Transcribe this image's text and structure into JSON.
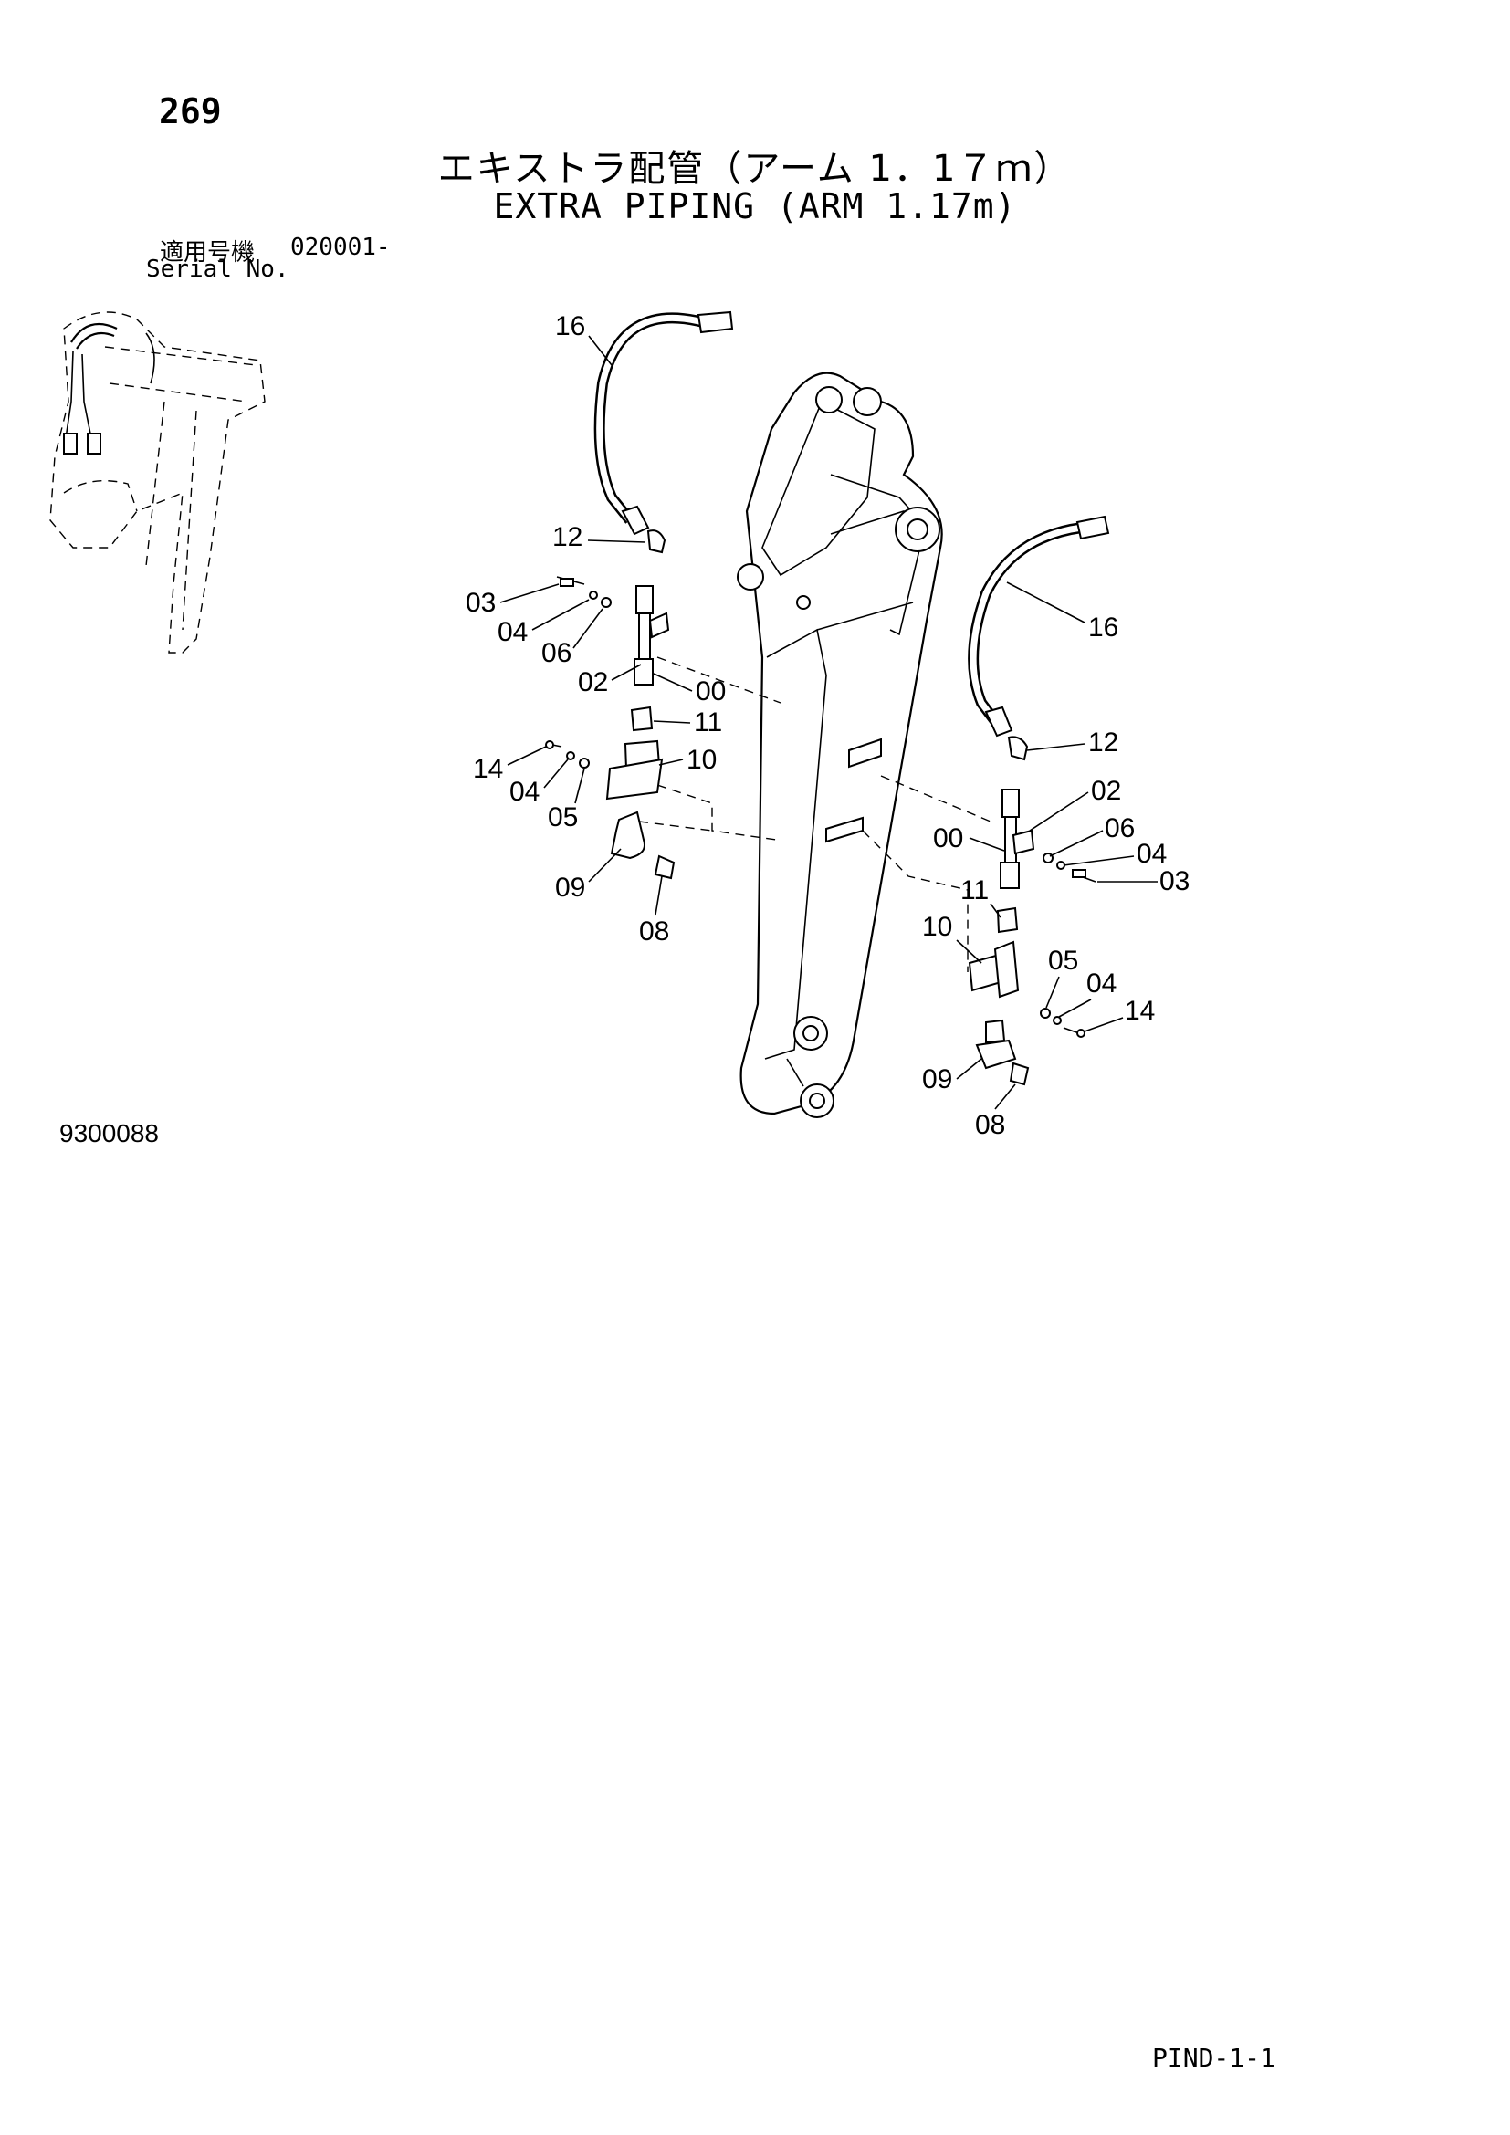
{
  "page": {
    "number": "269",
    "title_jp": "エキストラ配管（アーム 1．1７ｍ）",
    "title_en": "EXTRA PIPING (ARM 1.17m)",
    "serial_label_jp": "適用号機",
    "serial_value": "020001-",
    "serial_label_en": "Serial No.",
    "figure_number": "9300088",
    "page_code": "PIND-1-1"
  },
  "callouts": {
    "left": {
      "c16": "16",
      "c12": "12",
      "c03": "03",
      "c04a": "04",
      "c06": "06",
      "c02": "02",
      "c00": "00",
      "c11": "11",
      "c14": "14",
      "c04b": "04",
      "c10": "10",
      "c05": "05",
      "c09": "09",
      "c08": "08"
    },
    "right": {
      "c16": "16",
      "c12": "12",
      "c02": "02",
      "c00": "00",
      "c06": "06",
      "c04a": "04",
      "c03": "03",
      "c11": "11",
      "c10": "10",
      "c05": "05",
      "c04b": "04",
      "c14": "14",
      "c09": "09",
      "c08": "08"
    }
  }
}
